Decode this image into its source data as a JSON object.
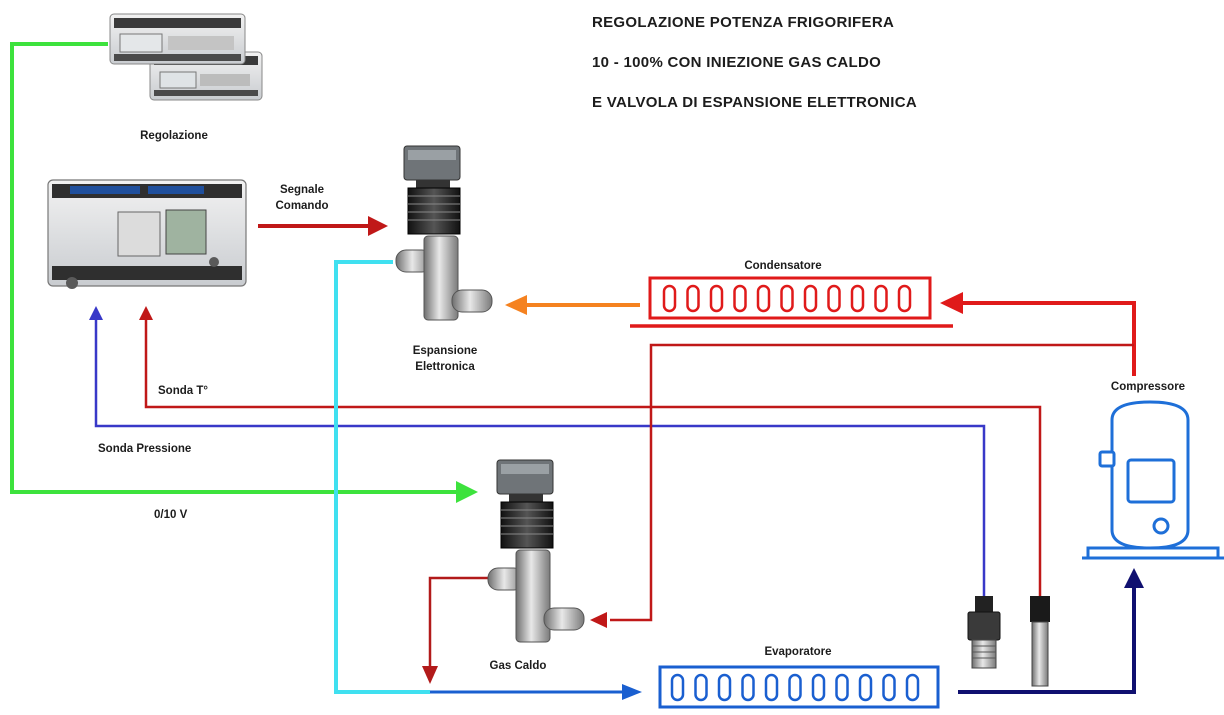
{
  "title": {
    "line1": "REGOLAZIONE POTENZA FRIGORIFERA",
    "line2": "10 - 100% CON INIEZIONE GAS CALDO",
    "line3": "E VALVOLA DI ESPANSIONE ELETTRONICA"
  },
  "labels": {
    "regolazione": "Regolazione",
    "segnale_line1": "Segnale",
    "segnale_line2": "Comando",
    "espansione_line1": "Espansione",
    "espansione_line2": "Elettronica",
    "condensatore": "Condensatore",
    "compressore": "Compressore",
    "sonda_t": "Sonda T°",
    "sonda_pressione": "Sonda Pressione",
    "signal_0_10": "0/10 V",
    "gas_caldo": "Gas Caldo",
    "evaporatore": "Evaporatore"
  },
  "colors": {
    "signal_green": "#3de23d",
    "pressure_blue": "#3838c8",
    "temp_red": "#c01818",
    "discharge_red": "#e01a1a",
    "liquid_orange": "#f58220",
    "injection_cyan": "#3fe0f0",
    "evaporator_blue": "#1a5fd0",
    "suction_navy": "#101070",
    "compressor_blue": "#1e6fd8"
  }
}
